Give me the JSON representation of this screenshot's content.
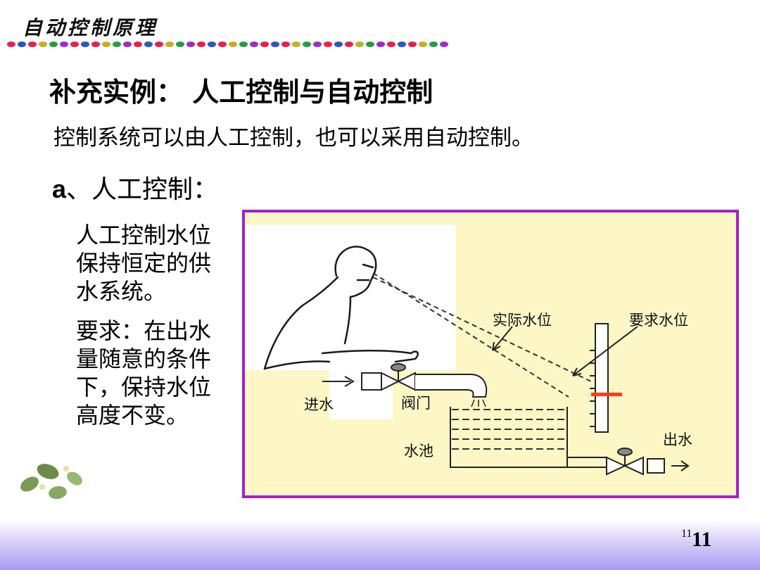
{
  "header": {
    "title": "自动控制原理"
  },
  "slide": {
    "title": "补充实例： 人工控制与自动控制",
    "intro": "控制系统可以由人工控制，也可以采用自动控制。",
    "section_prefix": "a",
    "section_rest": "、人工控制："
  },
  "side_text": {
    "p1": "人工控制水位保持恒定的供水系统。",
    "p2": "要求：在出水量随意的条件下，保持水位高度不变。"
  },
  "figure": {
    "labels": {
      "actual_level": "实际水位",
      "required_level": "要求水位",
      "inlet": "进水",
      "valve": "阀门",
      "tank": "水池",
      "outlet": "出水"
    },
    "colors": {
      "border": "#a621c8",
      "background": "#fdf7c6",
      "marker": "#ff3b1a"
    }
  },
  "footer": {
    "page_small": "11",
    "page_big": "11"
  }
}
